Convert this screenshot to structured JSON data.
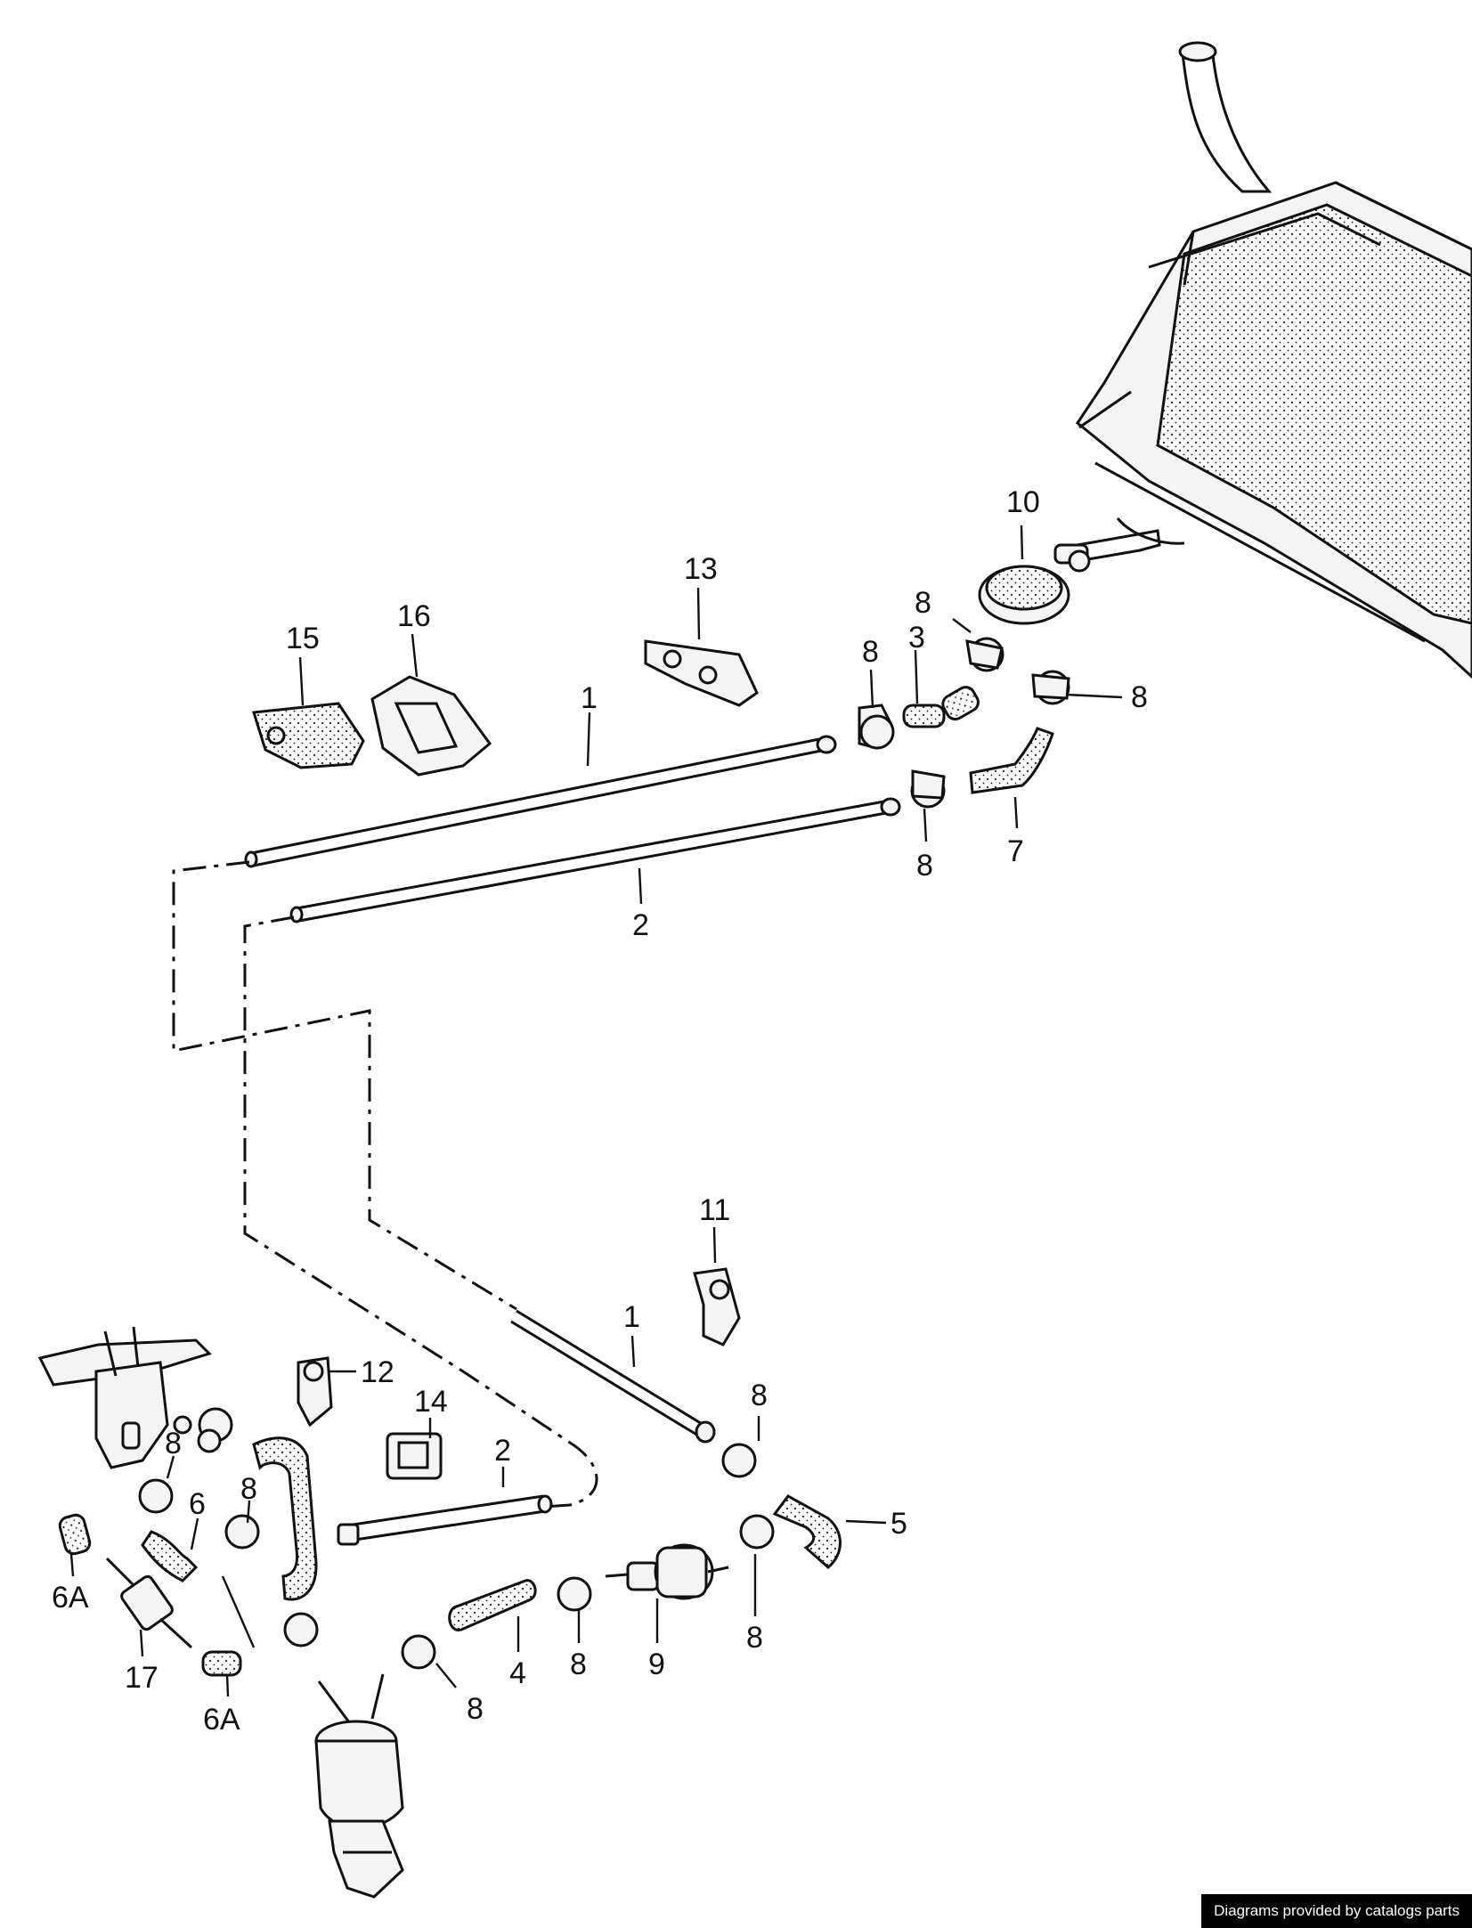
{
  "callouts": {
    "c1_upper": "1",
    "c2_upper": "2",
    "c3": "3",
    "c8_a": "8",
    "c8_b": "8",
    "c8_c": "8",
    "c8_d": "8",
    "c7": "7",
    "c10": "10",
    "c13": "13",
    "c15": "15",
    "c16": "16",
    "c11": "11",
    "c1_lower": "1",
    "c8_e": "8",
    "c5": "5",
    "c8_f": "8",
    "c9": "9",
    "c8_g": "8",
    "c4": "4",
    "c8_h": "8",
    "c12": "12",
    "c14": "14",
    "c2_lower": "2",
    "c8_i": "8",
    "c6": "6",
    "c8_j": "8",
    "c6a_upper": "6A",
    "c17": "17",
    "c6a_lower": "6A"
  },
  "credit": "Diagrams provided by catalogs parts"
}
